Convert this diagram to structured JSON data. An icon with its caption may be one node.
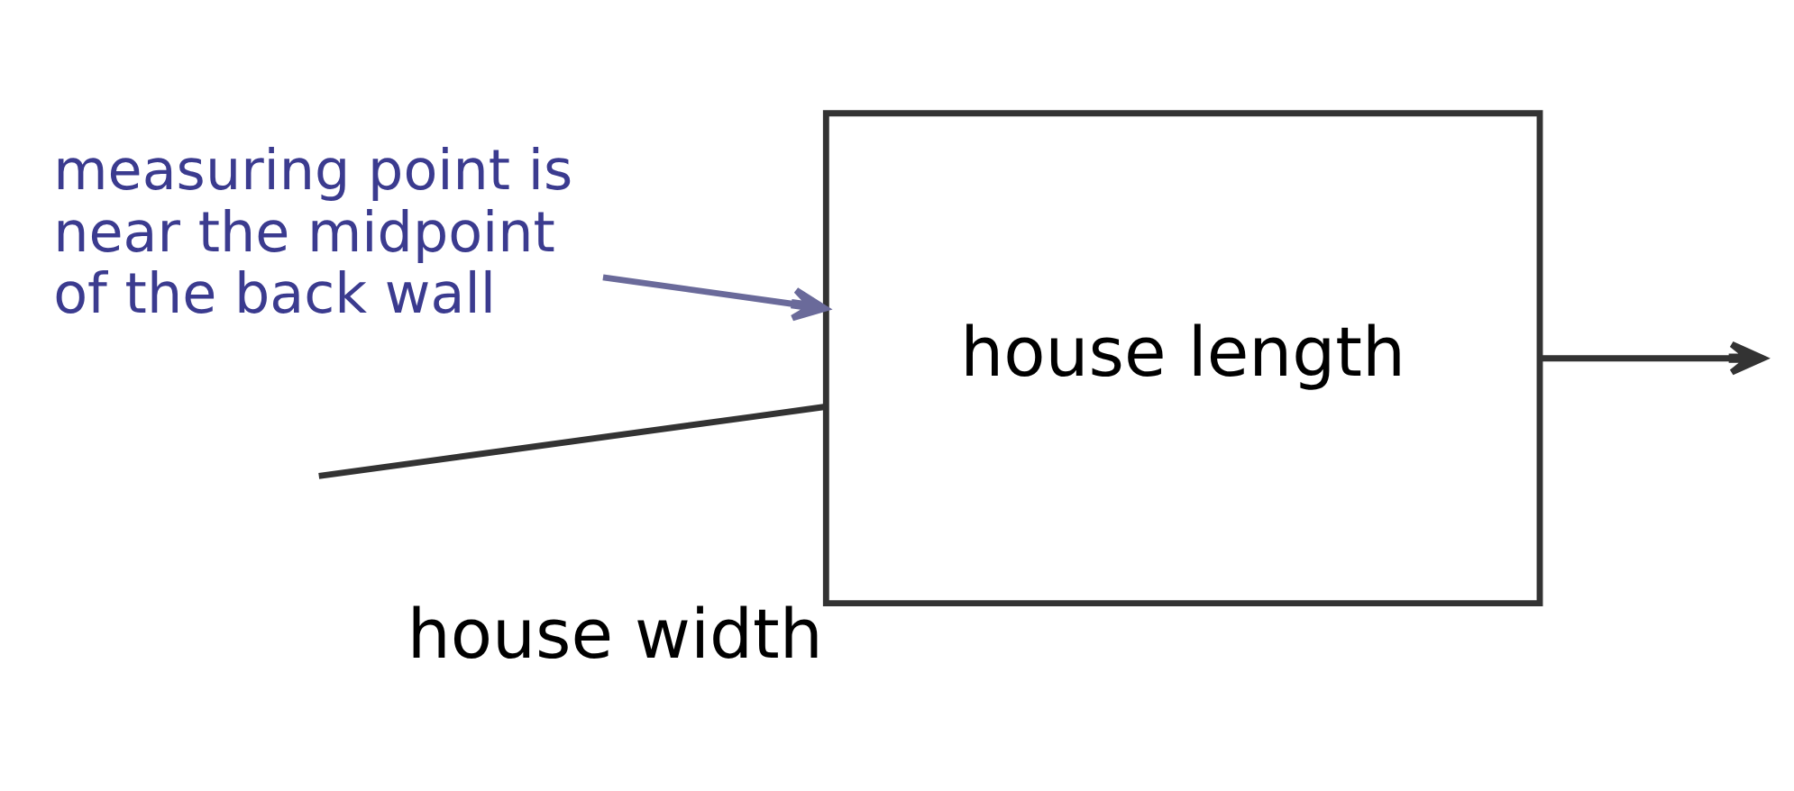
{
  "diagram": {
    "nodes": [
      {
        "text": [
          "house length"
        ],
        "beside": [
          "house width"
        ]
      },
      {
        "text": [
          "measuring point is near the midpoint of the back wall"
        ]
      }
    ],
    "edges": [
      {
        "from": null,
        "to": 0,
        "arrow": "none"
      },
      {
        "from": 0,
        "to": null,
        "arrow": "to"
      },
      {
        "from": 1,
        "to": 0,
        "arrow": "to",
        "color": "#6a6a9a"
      }
    ]
  }
}
